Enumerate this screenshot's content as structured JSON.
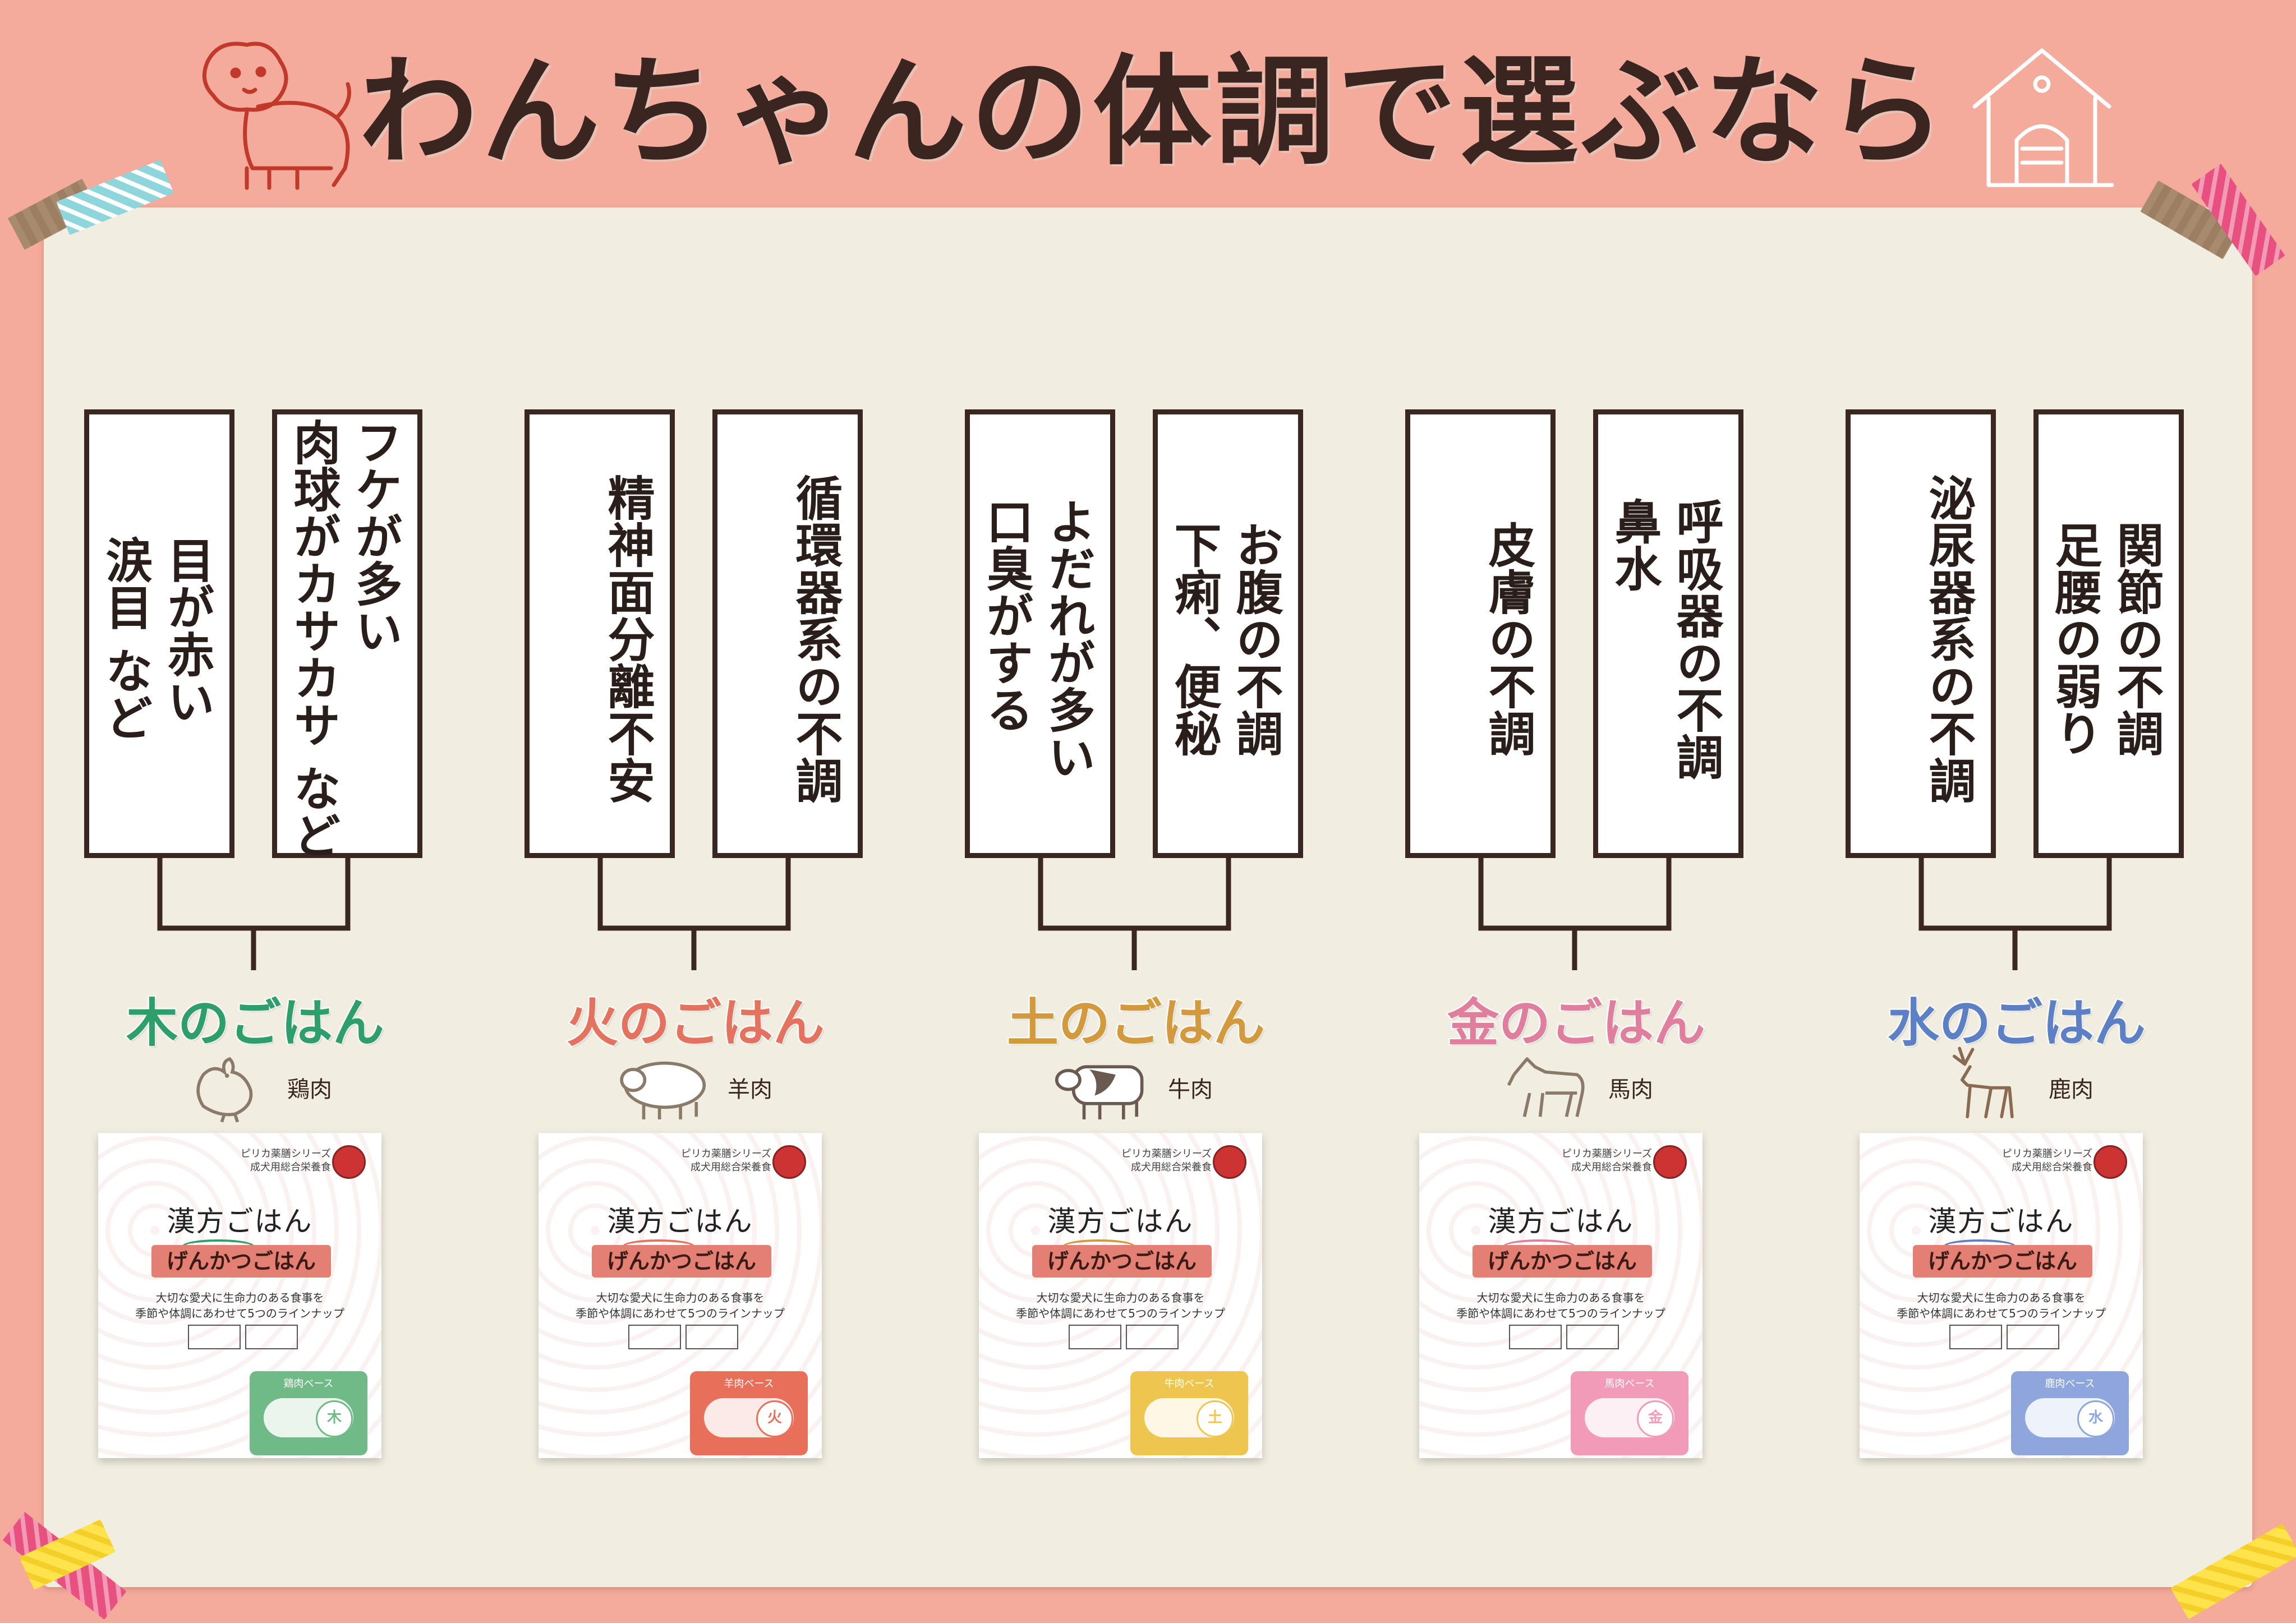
{
  "title": "わんちゃんの体調で選ぶなら",
  "colors": {
    "background": "#f5ab9b",
    "board": "#f1ede1",
    "ink": "#3a2722",
    "wood": "#2e9e6b",
    "fire": "#e3735e",
    "earth": "#d39a3d",
    "metal": "#e07f9d",
    "water": "#5d7fc4"
  },
  "groups": [
    {
      "label": "木のごはん",
      "color": "#2e9e6b",
      "meat": "鶏肉",
      "animal_icon": "chicken-icon",
      "symptoms": [
        "目が赤い\n涙目 など",
        "フケが多い\n肉球がカサカサ など"
      ],
      "pack": {
        "series": "ピリカ薬膳シリーズ",
        "subseries": "成犬用総合栄養食",
        "name": "漢方ごはん",
        "brand": "げんかつごはん",
        "desc1": "大切な愛犬に生命力のある食事を",
        "desc2": "季節や体調にあわせて5つのラインナップ",
        "base": "鶏肉ベース",
        "badge": "木",
        "base_color": "#6fba86"
      }
    },
    {
      "label": "火のごはん",
      "color": "#e3735e",
      "meat": "羊肉",
      "animal_icon": "sheep-icon",
      "symptoms": [
        "精神面分離不安",
        "循環器系の不調"
      ],
      "pack": {
        "series": "ピリカ薬膳シリーズ",
        "subseries": "成犬用総合栄養食",
        "name": "漢方ごはん",
        "brand": "げんかつごはん",
        "desc1": "大切な愛犬に生命力のある食事を",
        "desc2": "季節や体調にあわせて5つのラインナップ",
        "base": "羊肉ベース",
        "badge": "火",
        "base_color": "#e8705a"
      }
    },
    {
      "label": "土のごはん",
      "color": "#d39a3d",
      "meat": "牛肉",
      "animal_icon": "cow-icon",
      "symptoms": [
        "よだれが多い\n口臭がする",
        "お腹の不調\n下痢、便秘"
      ],
      "pack": {
        "series": "ピリカ薬膳シリーズ",
        "subseries": "成犬用総合栄養食",
        "name": "漢方ごはん",
        "brand": "げんかつごはん",
        "desc1": "大切な愛犬に生命力のある食事を",
        "desc2": "季節や体調にあわせて5つのラインナップ",
        "base": "牛肉ベース",
        "badge": "土",
        "base_color": "#eec64f"
      }
    },
    {
      "label": "金のごはん",
      "color": "#e07f9d",
      "meat": "馬肉",
      "animal_icon": "horse-icon",
      "symptoms": [
        "皮膚の不調",
        "呼吸器の不調\n鼻水"
      ],
      "pack": {
        "series": "ピリカ薬膳シリーズ",
        "subseries": "成犬用総合栄養食",
        "name": "漢方ごはん",
        "brand": "げんかつごはん",
        "desc1": "大切な愛犬に生命力のある食事を",
        "desc2": "季節や体調にあわせて5つのラインナップ",
        "base": "馬肉ベース",
        "badge": "金",
        "base_color": "#f29bb8"
      }
    },
    {
      "label": "水のごはん",
      "color": "#5d7fc4",
      "meat": "鹿肉",
      "animal_icon": "deer-icon",
      "symptoms": [
        "泌尿器系の不調",
        "関節の不調\n足腰の弱り"
      ],
      "pack": {
        "series": "ピリカ薬膳シリーズ",
        "subseries": "成犬用総合栄養食",
        "name": "漢方ごはん",
        "brand": "げんかつごはん",
        "desc1": "大切な愛犬に生命力のある食事を",
        "desc2": "季節や体調にあわせて5つのラインナップ",
        "base": "鹿肉ベース",
        "badge": "水",
        "base_color": "#8ea6dc"
      }
    }
  ]
}
